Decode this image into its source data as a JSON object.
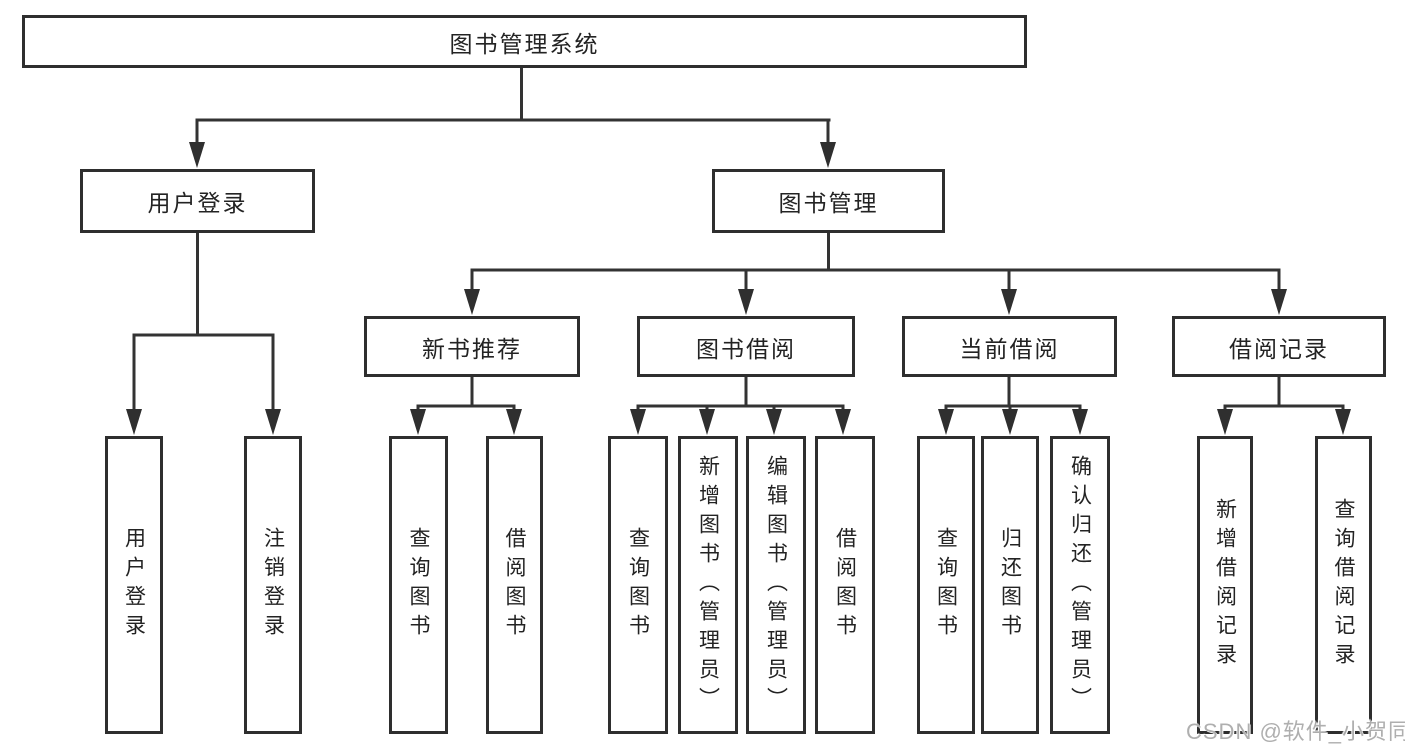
{
  "palette": {
    "line_color": "#333333",
    "box_border_color": "#2e2e2e",
    "box_fill_color": "#ffffff",
    "text_color": "#232323",
    "watermark_color": "#a8a8a8",
    "background": "#ffffff"
  },
  "diagram": {
    "type": "hierarchy-tree",
    "root": {
      "label": "图书管理系统"
    },
    "children": [
      {
        "label": "用户登录",
        "children": [
          {
            "label": "用户登录"
          },
          {
            "label": "注销登录"
          }
        ]
      },
      {
        "label": "图书管理",
        "children": [
          {
            "label": "新书推荐",
            "children": [
              {
                "label": "查询图书"
              },
              {
                "label": "借阅图书"
              }
            ]
          },
          {
            "label": "图书借阅",
            "children": [
              {
                "label": "查询图书"
              },
              {
                "label": "新增图书（管理员）"
              },
              {
                "label": "编辑图书（管理员）"
              },
              {
                "label": "借阅图书"
              }
            ]
          },
          {
            "label": "当前借阅",
            "children": [
              {
                "label": "查询图书"
              },
              {
                "label": "归还图书"
              },
              {
                "label": "确认归还（管理员）"
              }
            ]
          },
          {
            "label": "借阅记录",
            "children": [
              {
                "label": "新增借阅记录"
              },
              {
                "label": "查询借阅记录"
              }
            ]
          }
        ]
      }
    ]
  },
  "watermark": {
    "text": "CSDN @软件_小贺同学"
  }
}
